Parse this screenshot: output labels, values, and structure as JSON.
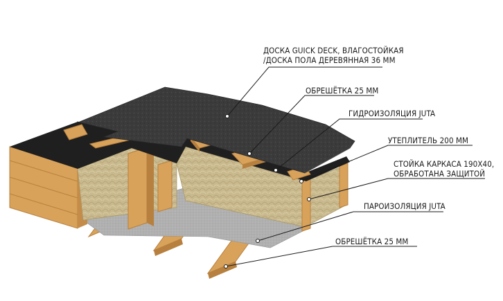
{
  "labels": {
    "deck_line1": "Доска GUICK DECK, влагостойкая",
    "deck_line2": "/доска пола деревянная 36 мм",
    "batten_top": "Обрешётка 25 мм",
    "waterproofing": "Гидроизоляция JUTA",
    "insulation": "Утеплитель 200 мм",
    "stud_line1": "Стойка каркаса 190х40,",
    "stud_line2": "обработана защитой",
    "vapor_barrier": "Пароизоляция JUTA",
    "batten_bottom": "Обрешётка 25 мм"
  },
  "colors": {
    "roof_top": "#3a3a3a",
    "membrane": "#1f1f1f",
    "wood": "#d9a25a",
    "wood_dark": "#b7803e",
    "insulation": "#c9b98e",
    "vapor": "#a9a9a9",
    "leader": "#1a1a1a"
  }
}
